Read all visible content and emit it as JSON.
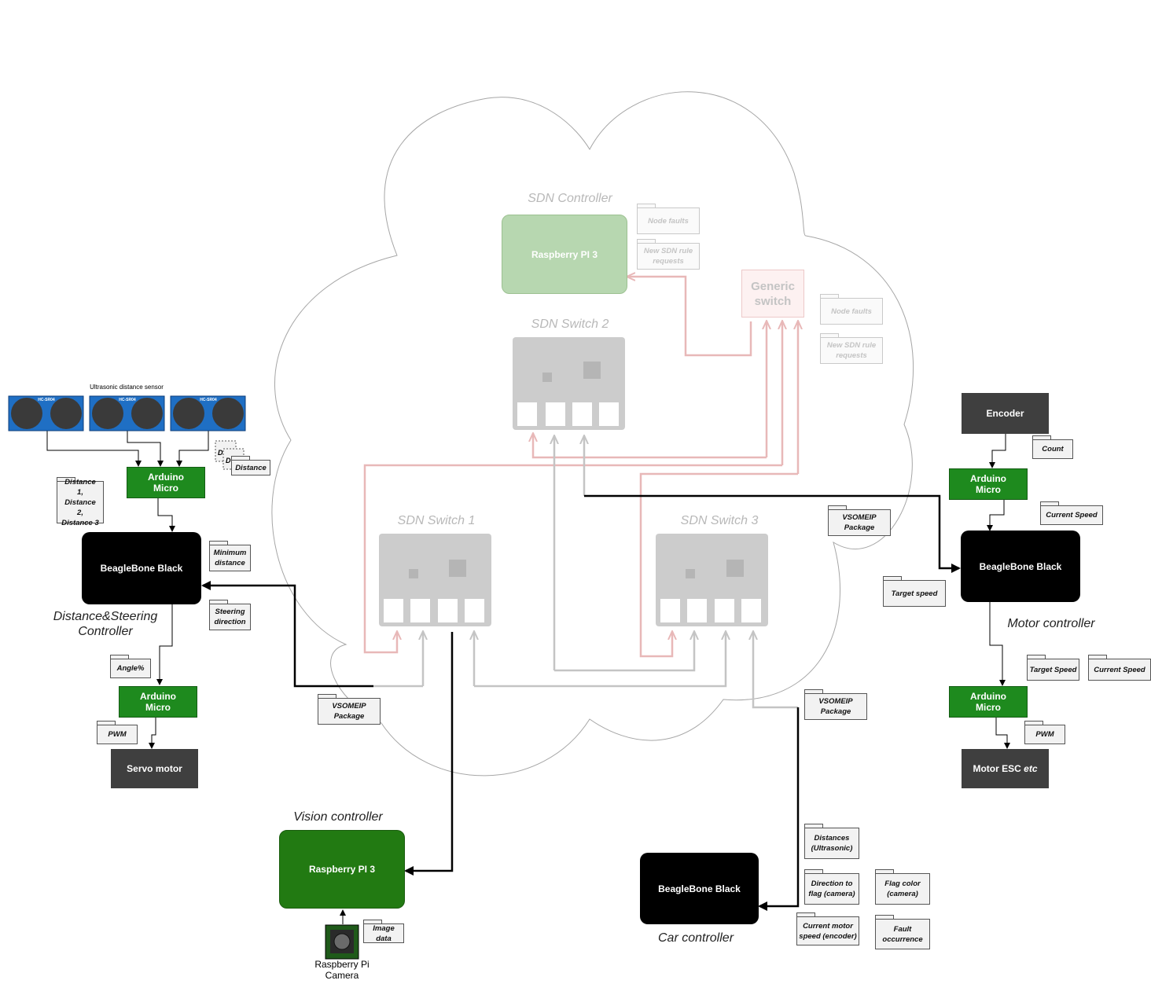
{
  "cloud": {
    "sdn_controller": {
      "caption": "SDN Controller",
      "device": "Raspberry PI 3",
      "packages": [
        "Node faults",
        "New SDN rule requests"
      ]
    },
    "generic_switch": {
      "label": "Generic switch",
      "packages": [
        "Node faults",
        "New SDN rule requests"
      ]
    },
    "switches": [
      {
        "caption": "SDN Switch 2"
      },
      {
        "caption": "SDN Switch 1"
      },
      {
        "caption": "SDN Switch 3"
      }
    ]
  },
  "sensors": {
    "title": "Ultrasonic distance sensor",
    "model": "HC-SR04",
    "stack_labels": [
      "D",
      "D",
      "Distance"
    ]
  },
  "distance_steering": {
    "caption": "Distance&Steering Controller",
    "arduino_top": "Arduino Micro",
    "beaglebone": "BeagleBone Black",
    "arduino_bottom": "Arduino Micro",
    "servo": "Servo motor",
    "packages": {
      "distances": "Distance 1, Distance 2, Distance 3",
      "minimum": "Minimum distance",
      "steering": "Steering direction",
      "angle": "Angle%",
      "pwm": "PWM"
    }
  },
  "motor": {
    "caption": "Motor controller",
    "encoder": "Encoder",
    "arduino_top": "Arduino Micro",
    "beaglebone": "BeagleBone Black",
    "arduino_bottom": "Arduino Micro",
    "esc_prefix": "Motor ESC ",
    "esc_suffix": "etc",
    "packages": {
      "count": "Count",
      "current_speed_1": "Current Speed",
      "target_speed_in": "Target speed",
      "target_speed": "Target Speed",
      "current_speed_2": "Current Speed",
      "pwm": "PWM"
    }
  },
  "network_packages": {
    "vsomeip_left": "VSOMEIP Package",
    "vsomeip_mid": "VSOMEIP Package",
    "vsomeip_right": "VSOMEIP Package"
  },
  "vision": {
    "caption": "Vision controller",
    "device": "Raspberry PI 3",
    "camera": "Raspberry Pi Camera",
    "image_pkg": "Image data"
  },
  "car": {
    "caption": "Car controller",
    "device": "BeagleBone Black",
    "packages": {
      "distances": "Distances (Ultrasonic)",
      "direction": "Direction to flag (camera)",
      "flag_color": "Flag color (camera)",
      "motor_speed": "Current motor speed (encoder)",
      "fault": "Fault occurrence"
    }
  },
  "colors": {
    "arduino": "#1e8a1e",
    "pi_vision": "#227a12",
    "pi_sdn_faded": "#b7d7b0",
    "link_red": "#e8b8b8",
    "link_grey": "#c4c4c4"
  }
}
